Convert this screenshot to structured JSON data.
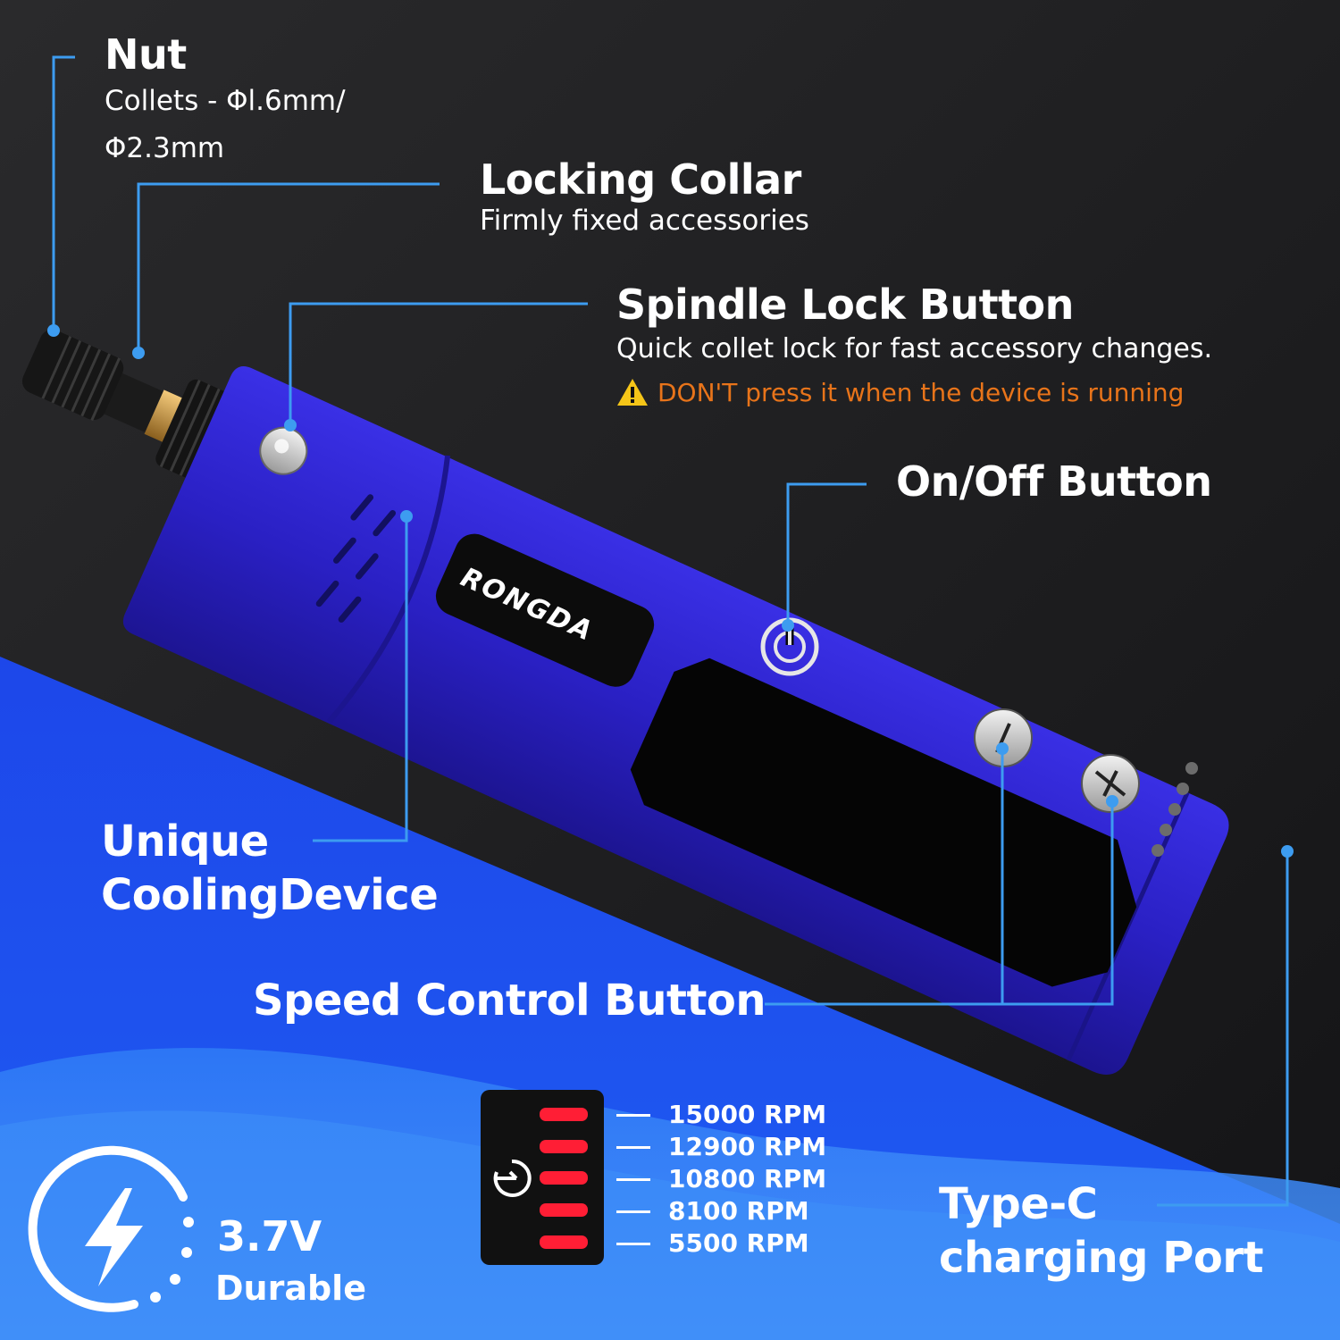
{
  "colors": {
    "background_dark": "#1e1e20",
    "background_blue": "#1f4ff0",
    "tool_body": "#2b22c8",
    "callout_line": "#3d9cf0",
    "warning": "#e8741a",
    "led_red": "#ff1e35"
  },
  "brand": {
    "logo_text": "RONGDA"
  },
  "callouts": {
    "nut": {
      "title": "Nut",
      "line1": "Collets - Φl.6mm/",
      "line2": "Φ2.3mm"
    },
    "locking_collar": {
      "title": "Locking Collar",
      "subtitle": "Firmly fixed accessories"
    },
    "spindle_lock": {
      "title": "Spindle Lock Button",
      "subtitle": "Quick collet lock for fast accessory changes.",
      "warning": "DON'T press it when the device is running",
      "warning_icon": "warning-triangle-icon"
    },
    "on_off": {
      "title": "On/Off Button",
      "icon": "power-icon"
    },
    "cooling": {
      "line1": "Unique",
      "line2": "CoolingDevice"
    },
    "speed_control": {
      "title": "Speed Control Button",
      "minus_icon": "minus-icon",
      "plus_icon": "plus-icon"
    },
    "type_c": {
      "line1": "Type-C",
      "line2": "charging Port"
    }
  },
  "speed_levels": [
    {
      "label": "15000 RPM"
    },
    {
      "label": "12900 RPM"
    },
    {
      "label": "10800 RPM"
    },
    {
      "label": "8100 RPM"
    },
    {
      "label": "5500 RPM"
    }
  ],
  "battery": {
    "voltage": "3.7V",
    "label": "Durable",
    "icon": "lightning-icon"
  }
}
